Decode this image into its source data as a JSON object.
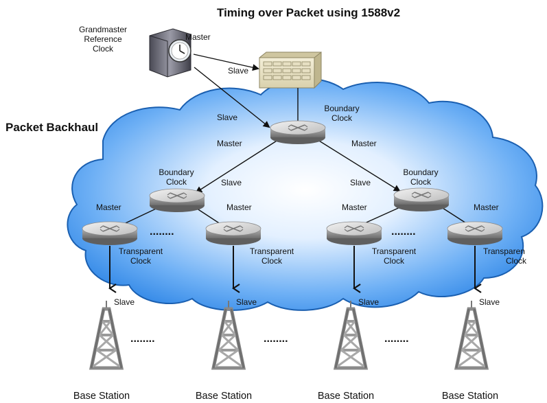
{
  "title": "Timing over Packet using 1588v2",
  "network_label": "Packet Backhaul",
  "grandmaster": {
    "line1": "Grandmaster",
    "line2": "Reference",
    "line3": "Clock",
    "role": "Master"
  },
  "labels": {
    "master": "Master",
    "slave": "Slave",
    "boundary_line1": "Boundary",
    "clock": "Clock",
    "transparent_line1": "Transparent",
    "transparent_partial": "Transparen"
  },
  "dots": "........",
  "base_station": "Base Station",
  "colors": {
    "cloud_center": "#e8f3ff",
    "cloud_edge": "#2f86e6",
    "cloud_outline": "#1a5fb0",
    "router_top": "#d9d9d9",
    "router_side": "#8a8a8a",
    "tower": "#9a9a9a"
  }
}
